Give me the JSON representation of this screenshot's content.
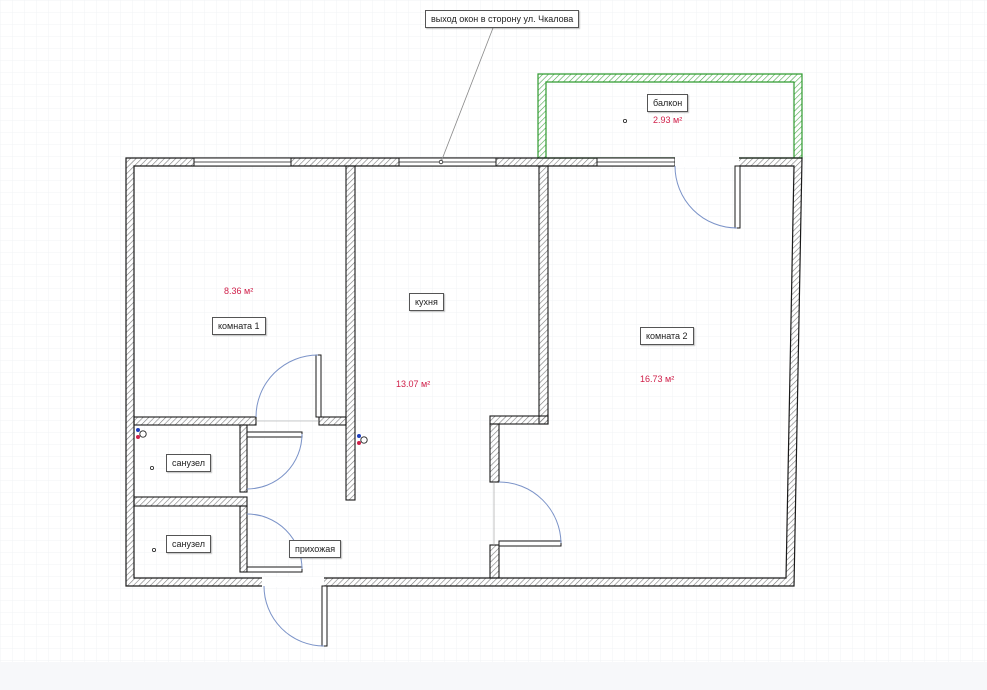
{
  "colors": {
    "wall_outline": "#1a1a1a",
    "wall_hatch": "#7a7a7a",
    "balcony_outline": "#2e9a2e",
    "door_arc": "#7b93c8",
    "area_text": "#d0204a",
    "grid": "#eef0f3"
  },
  "annotation": {
    "text": "выход окон в сторону ул. Чкалова"
  },
  "rooms": {
    "balcony": {
      "label": "балкон",
      "area": "2.93 м²"
    },
    "room1": {
      "label": "комната 1",
      "area": "8.36 м²"
    },
    "kitchen": {
      "label": "кухня",
      "area": "13.07 м²"
    },
    "room2": {
      "label": "комната 2",
      "area": "16.73 м²"
    },
    "bath1": {
      "label": "санузел"
    },
    "bath2": {
      "label": "санузел"
    },
    "hallway": {
      "label": "прихожая"
    }
  }
}
